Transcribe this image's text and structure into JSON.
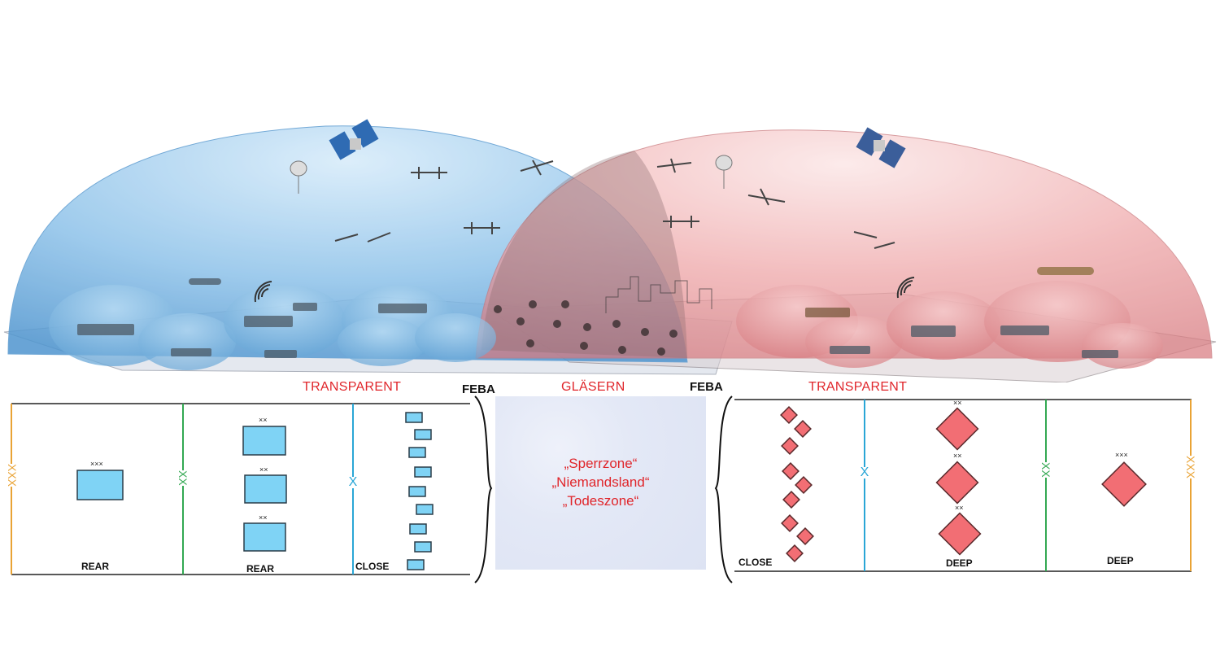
{
  "labels": {
    "transparent_left": "TRANSPARENT",
    "glaesern": "GLÄSERN",
    "transparent_right": "TRANSPARENT",
    "feba_left": "FEBA",
    "feba_right": "FEBA"
  },
  "zone_lines": [
    "„Sperrzone“",
    "„Niemandsland“",
    "„Todeszone“"
  ],
  "sectors": {
    "left_rear1": "REAR",
    "left_rear2": "REAR",
    "left_close": "CLOSE",
    "right_close": "CLOSE",
    "right_deep1": "DEEP",
    "right_deep2": "DEEP"
  },
  "echelons": {
    "corps": "XXX",
    "division": "XX",
    "brigade": "X",
    "corps_unit": "×××",
    "division_unit": "××"
  },
  "colors": {
    "friendly_fill": "#7fd3f5",
    "hostile_fill": "#f26e74",
    "corps_line": "#e9a335",
    "division_line": "#33a852",
    "brigade_line": "#2aa6d6",
    "label_red": "#e0262b",
    "dome_blue": "#5ea8dc",
    "dome_red": "#e88a8e"
  }
}
